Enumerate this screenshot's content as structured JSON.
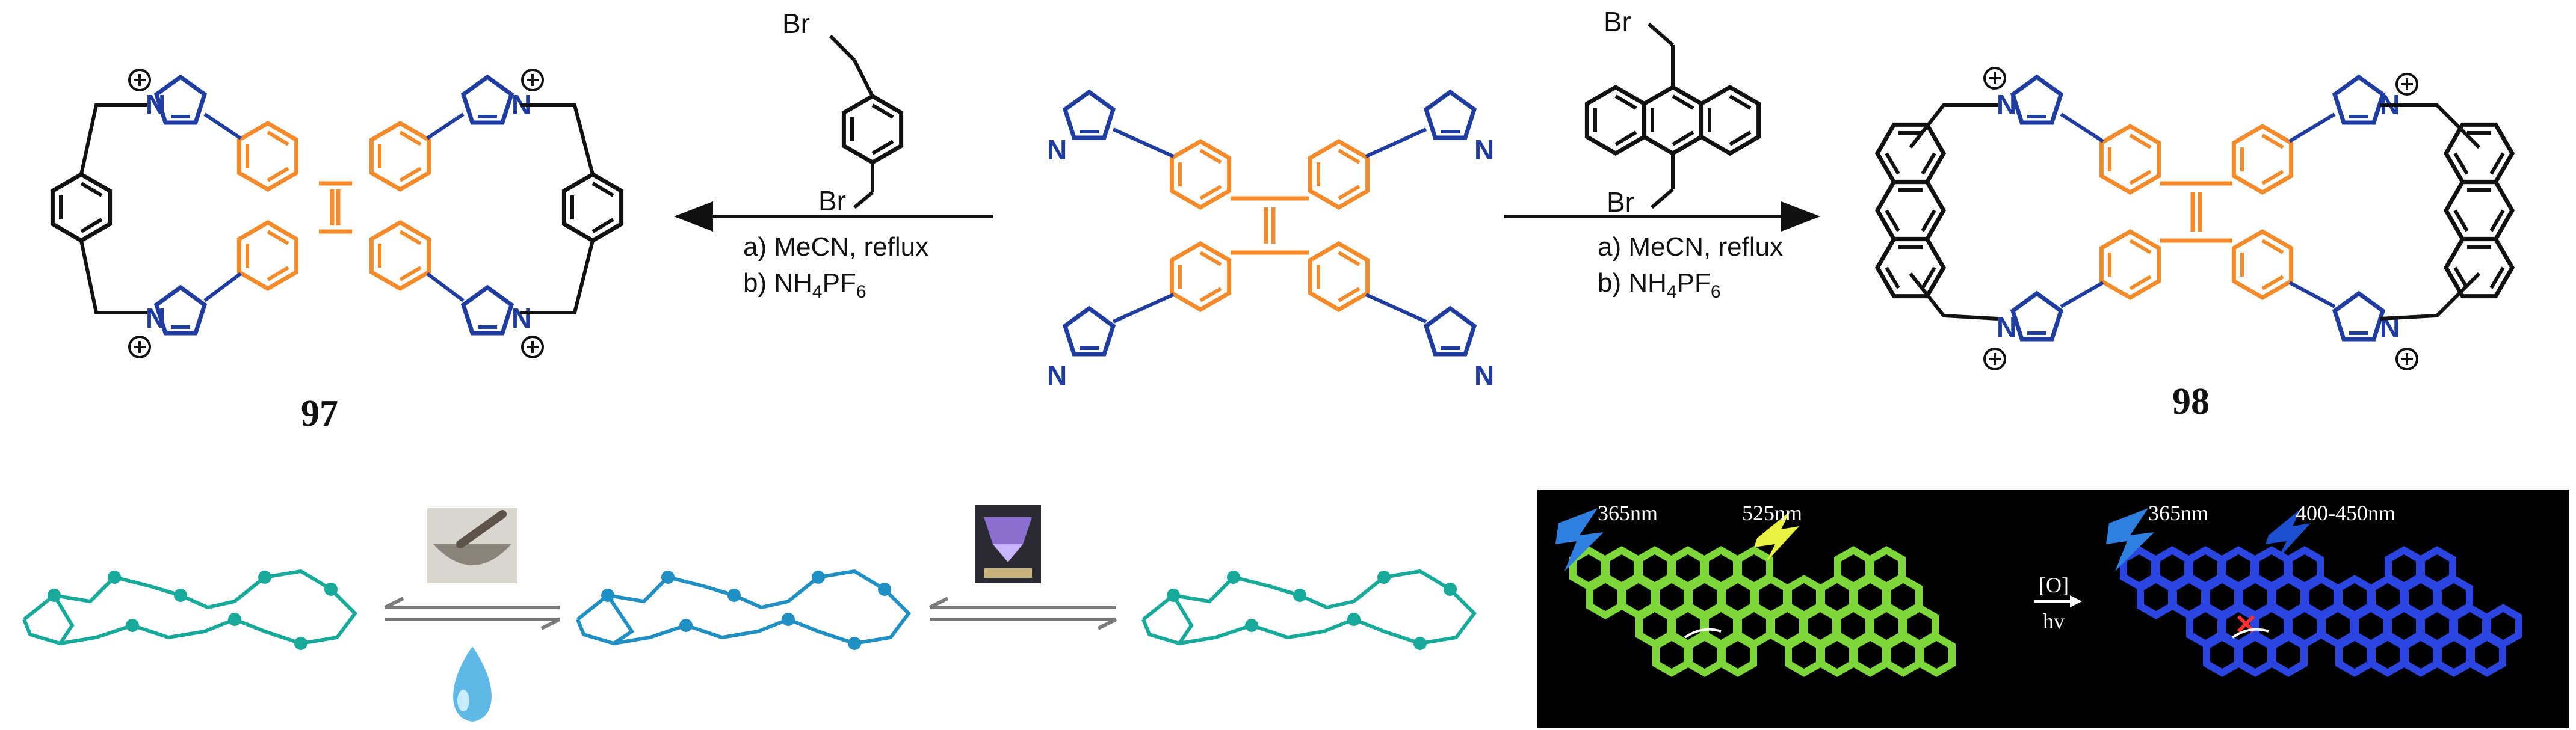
{
  "scheme": {
    "left_reagent": {
      "br_top": "Br",
      "br_bottom": "Br"
    },
    "right_reagent": {
      "br_top": "Br",
      "br_bottom": "Br"
    },
    "left_conditions": {
      "line1": "a) MeCN, reflux",
      "line2": "b) NH",
      "sub4": "4",
      "pf": "PF",
      "sub6": "6"
    },
    "right_conditions": {
      "line1": "a) MeCN, reflux",
      "line2": "b) NH",
      "sub4": "4",
      "pf": "PF",
      "sub6": "6"
    },
    "compound_left": "97",
    "compound_right": "98",
    "atom_n": "N",
    "charge": "+"
  },
  "bottom_right_panel": {
    "left_wavelength_a": "365nm",
    "left_wavelength_b": "525nm",
    "right_wavelength_a": "365nm",
    "right_wavelength_b": "400-450nm",
    "reaction_top": "[O]",
    "reaction_bottom": "hv"
  },
  "colors": {
    "orange": "#f58a2a",
    "blue": "#1f3da0",
    "black": "#111111",
    "teal": "#17a99a",
    "mid_blue": "#1f8fc4",
    "green_glow": "#7dd63a",
    "blue_glow": "#2a45e0",
    "panel_bg": "#000000"
  }
}
